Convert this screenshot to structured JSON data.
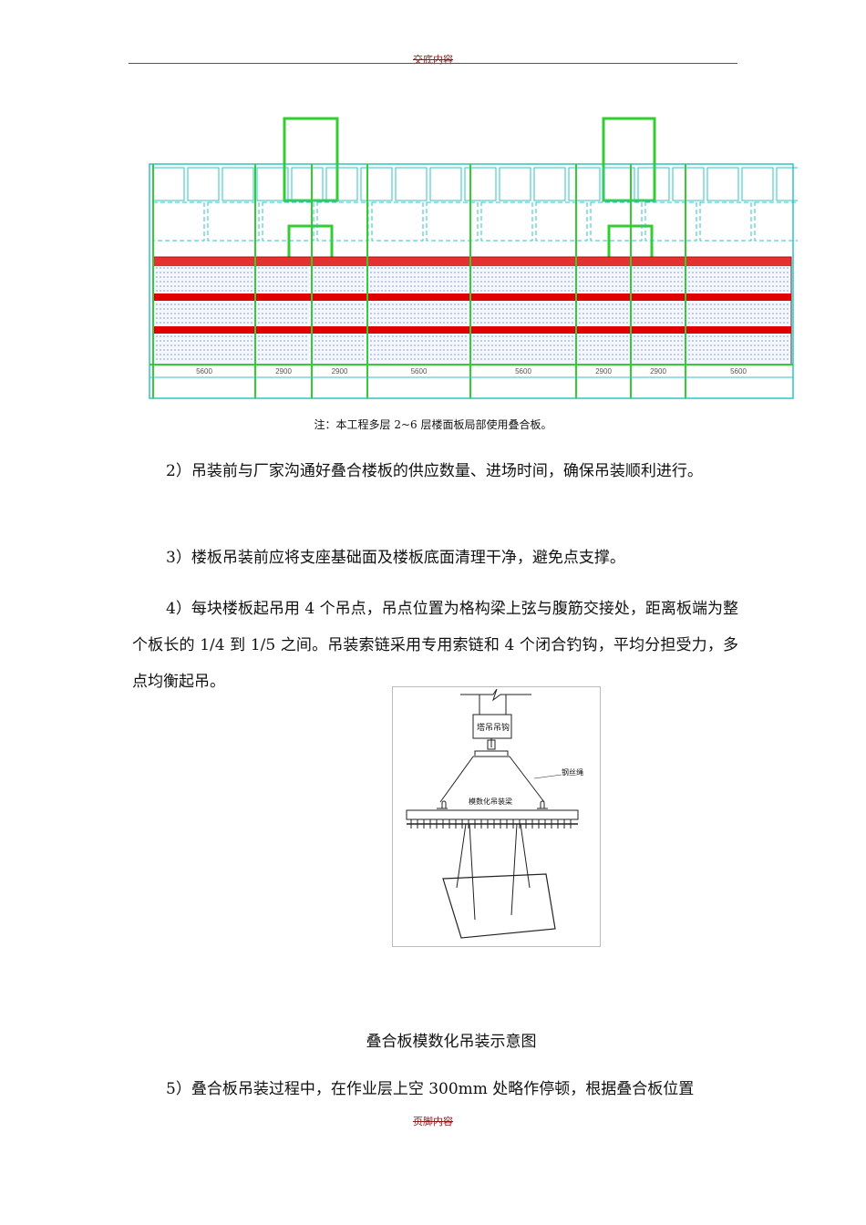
{
  "header": {
    "text": "交底内容"
  },
  "floor_plan": {
    "dimensions": [
      "5600",
      "2900",
      "2900",
      "5600",
      "5600",
      "2900",
      "2900",
      "5600"
    ],
    "colors": {
      "outline": "#2ec4c4",
      "wall": "#33cc33",
      "beam": "#e00000",
      "panel": "#8aa0d8"
    }
  },
  "note": "注：本工程多层 2~6 层楼面板局部使用叠合板。",
  "paragraphs": [
    "2）吊装前与厂家沟通好叠合楼板的供应数量、进场时间，确保吊装顺利进行。",
    "3）楼板吊装前应将支座基础面及楼板底面清理干净，避免点支撑。",
    "4）每块楼板起吊用 4 个吊点，吊点位置为格构梁上弦与腹筋交接处，距离板端为整个板长的 1/4 到 1/5 之间。吊装索链采用专用索链和 4 个闭合钓钩，平均分担受力，多点均衡起吊。",
    "5）叠合板吊装过程中，在作业层上空 300mm 处略作停顿，根据叠合板位置"
  ],
  "diagram": {
    "hook_label": "塔吊吊钩",
    "rope_label": "钢丝绳",
    "beam_label": "模数化吊装梁"
  },
  "caption": "叠合板模数化吊装示意图",
  "footer": {
    "text": "页脚内容"
  }
}
